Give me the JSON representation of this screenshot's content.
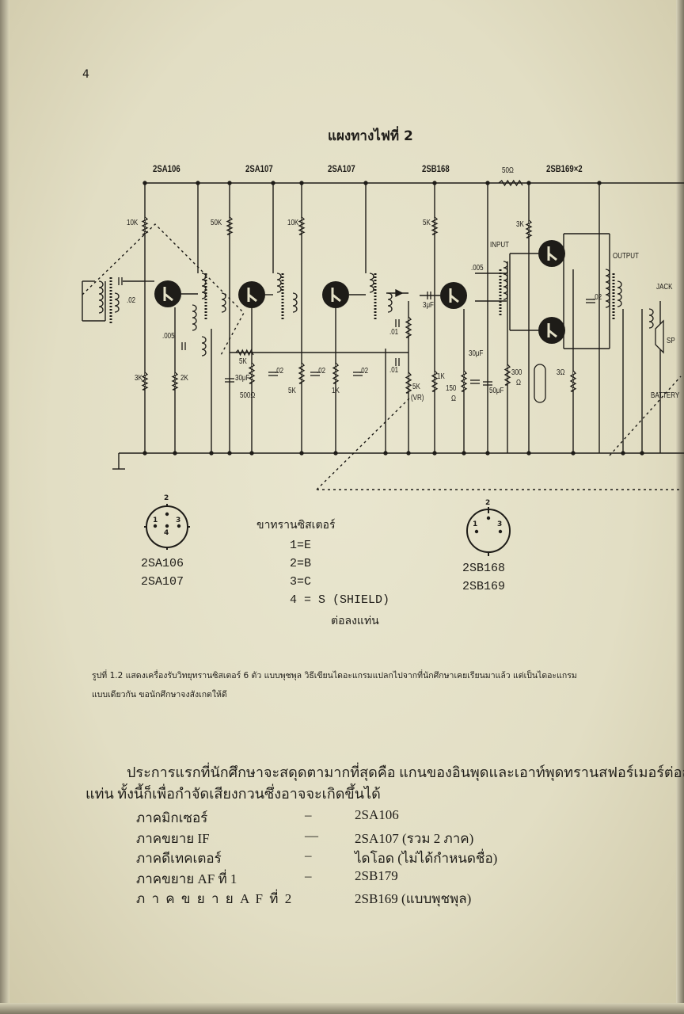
{
  "page_number": "4",
  "diagram": {
    "title": "แผงทางไฟที่ 2",
    "transistor_headings": [
      "2SA106",
      "2SA107",
      "2SA107",
      "2SB168",
      "2SB169×2"
    ],
    "component_labels": [
      "10K",
      "50K",
      "10K",
      "5K",
      "3K",
      ".02",
      ".005",
      "3K",
      "2K",
      "5K",
      "30μF",
      "500Ω",
      ".02",
      "5K",
      ".02",
      "1K",
      ".02",
      ".01",
      ".01",
      "5K",
      "(VR)",
      "3μF",
      ".005",
      "1K",
      "150",
      "Ω",
      "30μF",
      "50μF",
      "INPUT",
      "OUTPUT",
      ".02",
      "300",
      "Ω",
      "3Ω",
      "JACK",
      "SP",
      "BATTERY",
      "50Ω"
    ]
  },
  "pinout": {
    "left_pins": [
      "1",
      "2",
      "3",
      "4"
    ],
    "left_types": [
      "2SA106",
      "2SA107"
    ],
    "right_pins": [
      "1",
      "2",
      "3"
    ],
    "right_types": [
      "2SB168",
      "2SB169"
    ],
    "legend_title": "ขาทรานซิสเตอร์",
    "legend_items": [
      "1=E",
      "2=B",
      "3=C",
      "4 = S (SHIELD)"
    ],
    "legend_note": "ต่อลงแท่น"
  },
  "caption": {
    "line1": "รูปที่ 1.2 แสดงเครื่องรับวิทยุทรานซิสเตอร์ 6 ตัว แบบพุชพุล วิธีเขียนไดอะแกรมแปลกไปจากที่นักศึกษาเคยเรียนมาแล้ว แต่เป็นไดอะแกรม",
    "line2": "แบบเดียวกัน ขอนักศึกษาจงสังเกตให้ดี"
  },
  "body": {
    "paragraph_line1": "ประการแรกที่นักศึกษาจะสดุดตามากที่สุดคือ  แกนของอินพุดและเอาท์พุดทรานสฟอร์เมอร์ต่อลง",
    "paragraph_line2": "แท่น ทั้งนี้ก็เพื่อกำจัดเสียงกวนซึ่งอาจจะเกิดขึ้นได้",
    "stages": [
      {
        "stage": "ภาคมิกเซอร์",
        "dash": "–",
        "part": "2SA106"
      },
      {
        "stage": "ภาคขยาย IF",
        "dash": "—",
        "part": "2SA107 (รวม 2 ภาค)"
      },
      {
        "stage": "ภาคดีเทคเตอร์",
        "dash": "–",
        "part": "ไดโอด (ไม่ได้กำหนดชื่อ)"
      },
      {
        "stage": "ภาคขยาย AF ที่ 1",
        "dash": "–",
        "part": "2SB179"
      },
      {
        "stage": "ภ า ค ข ย า ย   A F   ที่  2",
        "dash": "",
        "part": "2SB169 (แบบพุชพุล)"
      }
    ]
  }
}
